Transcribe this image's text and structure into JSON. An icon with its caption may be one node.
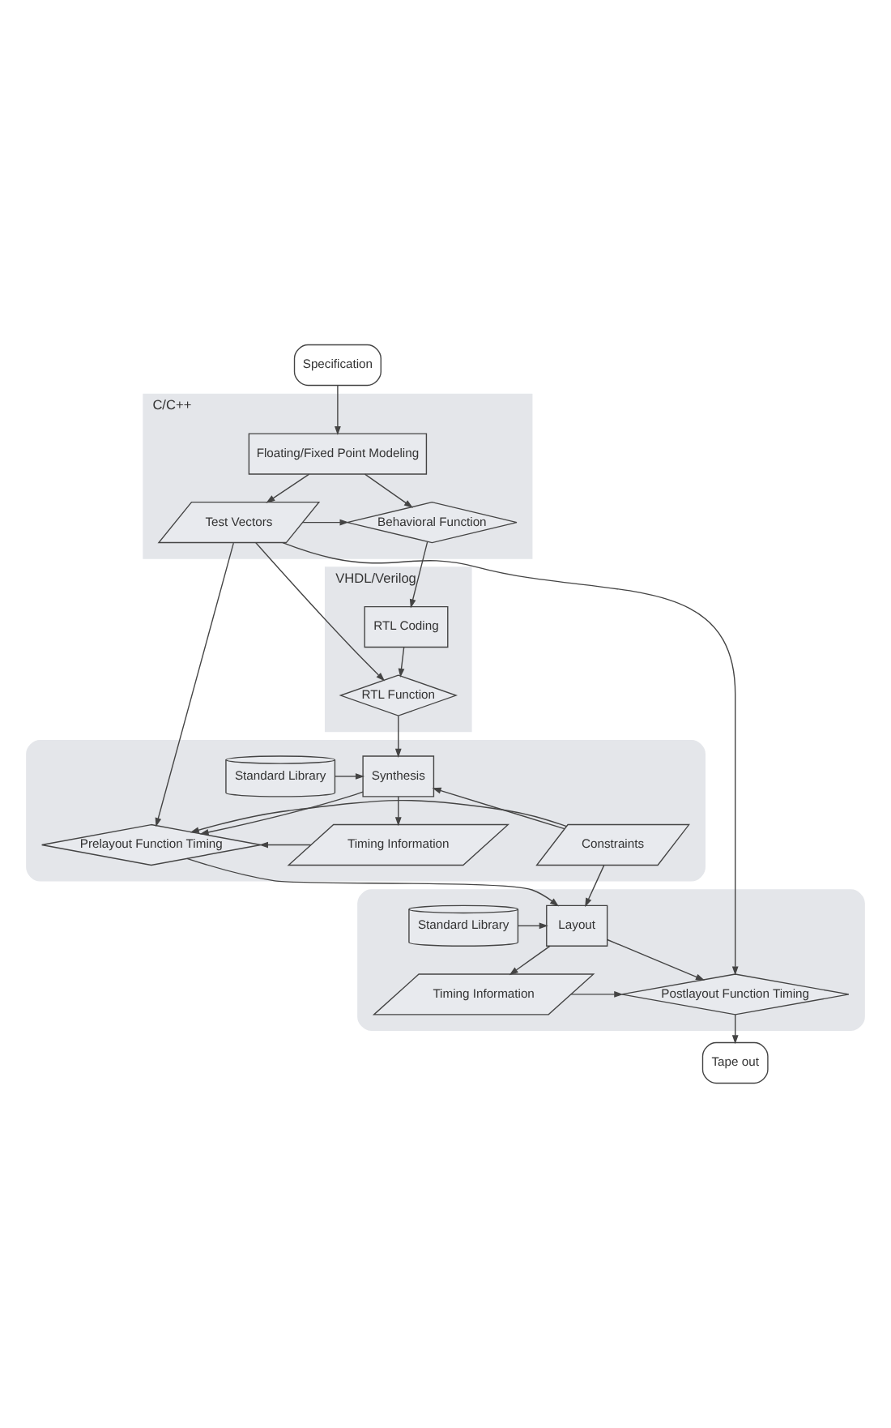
{
  "diagram": {
    "nodes": [
      {
        "text": [
          "Specification"
        ]
      },
      {
        "text": [
          "C/C++"
        ]
      },
      {
        "text": [
          "Floating/Fixed Point Modeling"
        ],
        "in": 1
      },
      {
        "text": [
          "Test Vectors"
        ],
        "in": 1
      },
      {
        "text": [
          "Behavioral Function"
        ],
        "in": 1
      },
      {
        "text": [
          "VHDL/Verilog"
        ]
      },
      {
        "text": [
          "RTL Coding"
        ],
        "in": 5
      },
      {
        "text": [
          "RTL Function"
        ],
        "in": 5
      },
      {
        "text": [],
        "shape": "box"
      },
      {
        "text": [
          "Standard Library"
        ],
        "in": 8
      },
      {
        "text": [
          "Synthesis"
        ],
        "in": 8
      },
      {
        "text": [
          "Constraints"
        ],
        "in": 8
      },
      {
        "text": [
          "Prelayout Function Timing"
        ],
        "in": 8
      },
      {
        "text": [
          "Timing Information"
        ],
        "in": 8
      },
      {
        "text": [],
        "shape": "box"
      },
      {
        "text": [
          "Standard Library"
        ],
        "in": 14
      },
      {
        "text": [
          "Layout"
        ],
        "in": 14
      },
      {
        "text": [
          "Postlayout Function Timing"
        ],
        "in": 14
      },
      {
        "text": [
          "Timing Information"
        ],
        "in": 14
      },
      {
        "text": [
          "Tape out"
        ]
      }
    ],
    "edges": [
      {
        "from": 0,
        "to": 2,
        "arrow": "to"
      },
      {
        "from": 2,
        "to": 3,
        "arrow": "to"
      },
      {
        "from": 2,
        "to": 4,
        "arrow": "to"
      },
      {
        "from": 3,
        "to": 4,
        "arrow": "to"
      },
      {
        "from": 3,
        "to": 7,
        "arrow": "to"
      },
      {
        "from": 3,
        "to": 12,
        "arrow": "to"
      },
      {
        "from": 3,
        "to": 17,
        "arrow": "to"
      },
      {
        "from": 4,
        "to": 6,
        "arrow": "to"
      },
      {
        "from": 6,
        "to": 7,
        "arrow": "to"
      },
      {
        "from": 7,
        "to": 10,
        "arrow": "to"
      },
      {
        "from": 9,
        "to": 10,
        "arrow": "to"
      },
      {
        "from": 11,
        "to": 10,
        "arrow": "to"
      },
      {
        "from": 11,
        "to": 12,
        "arrow": "to"
      },
      {
        "from": 11,
        "to": 16,
        "arrow": "to"
      },
      {
        "from": 10,
        "to": 12,
        "arrow": "to"
      },
      {
        "from": 10,
        "to": 13,
        "arrow": "to"
      },
      {
        "from": 13,
        "to": 12,
        "arrow": "to"
      },
      {
        "from": 12,
        "to": 16,
        "arrow": "to"
      },
      {
        "from": 15,
        "to": 16,
        "arrow": "to"
      },
      {
        "from": 16,
        "to": 17,
        "arrow": "to"
      },
      {
        "from": 16,
        "to": 18,
        "arrow": "to"
      },
      {
        "from": 18,
        "to": 17,
        "arrow": "to"
      },
      {
        "from": 17,
        "to": 19,
        "arrow": "to"
      }
    ]
  }
}
